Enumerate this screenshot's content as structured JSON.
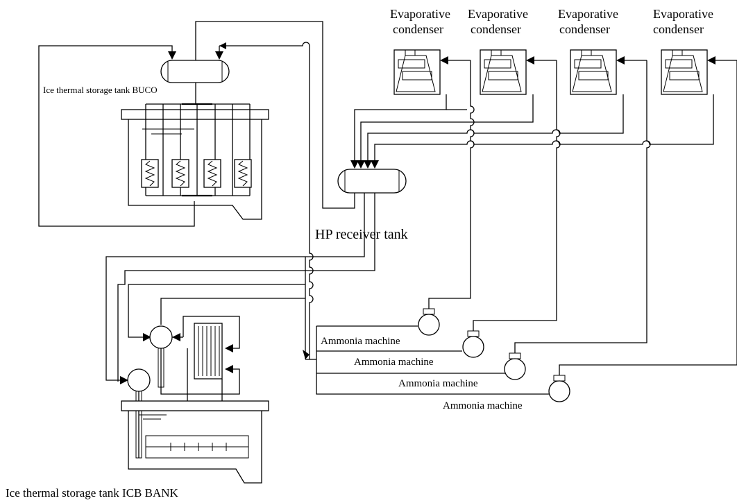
{
  "diagram": {
    "condensers": [
      {
        "line1": "Evaporative",
        "line2": "condenser"
      },
      {
        "line1": "Evaporative",
        "line2": "condenser"
      },
      {
        "line1": "Evaporative",
        "line2": "condenser"
      },
      {
        "line1": "Evaporative",
        "line2": "condenser"
      }
    ],
    "buco_label": "Ice thermal storage tank BUCO",
    "receiver_label": "HP receiver tank",
    "machines": [
      "Ammonia machine",
      "Ammonia machine",
      "Ammonia machine",
      "Ammonia machine"
    ],
    "icb_label": "Ice thermal storage tank ICB BANK",
    "line_color": "#000000",
    "background": "#ffffff"
  }
}
